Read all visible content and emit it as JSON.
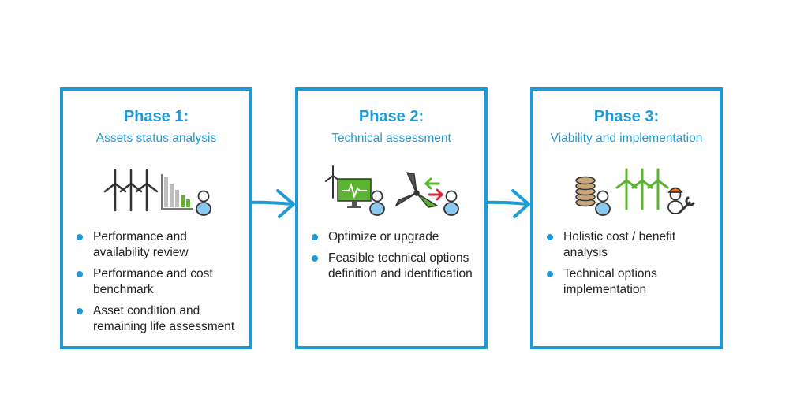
{
  "phases": [
    {
      "title": "Phase 1:",
      "subtitle": "Assets status analysis",
      "items": [
        "Performance and availability review",
        "Performance and cost benchmark",
        "Asset condition and remaining life assessment"
      ]
    },
    {
      "title": "Phase 2:",
      "subtitle": "Technical assessment",
      "items": [
        "Optimize or upgrade",
        "Feasible technical options definition and identification"
      ]
    },
    {
      "title": "Phase 3:",
      "subtitle": "Viability and implementation",
      "items": [
        "Holistic cost / benefit analysis",
        "Technical options implementation"
      ]
    }
  ],
  "colors": {
    "accent": "#1e9ad6",
    "green": "#5cb531",
    "red": "#d7263d",
    "person": "#8cc9ee",
    "coin": "#c9a57a"
  },
  "icons": {
    "phase1": [
      "wind-turbines-icon",
      "bar-chart-icon",
      "person-icon"
    ],
    "phase2": [
      "monitor-turbine-icon",
      "person-icon",
      "turbine-rotor-icon",
      "swap-arrows-icon",
      "person-icon"
    ],
    "phase3": [
      "coin-stack-icon",
      "person-icon",
      "green-turbines-icon",
      "engineer-icon",
      "wrench-icon"
    ]
  }
}
